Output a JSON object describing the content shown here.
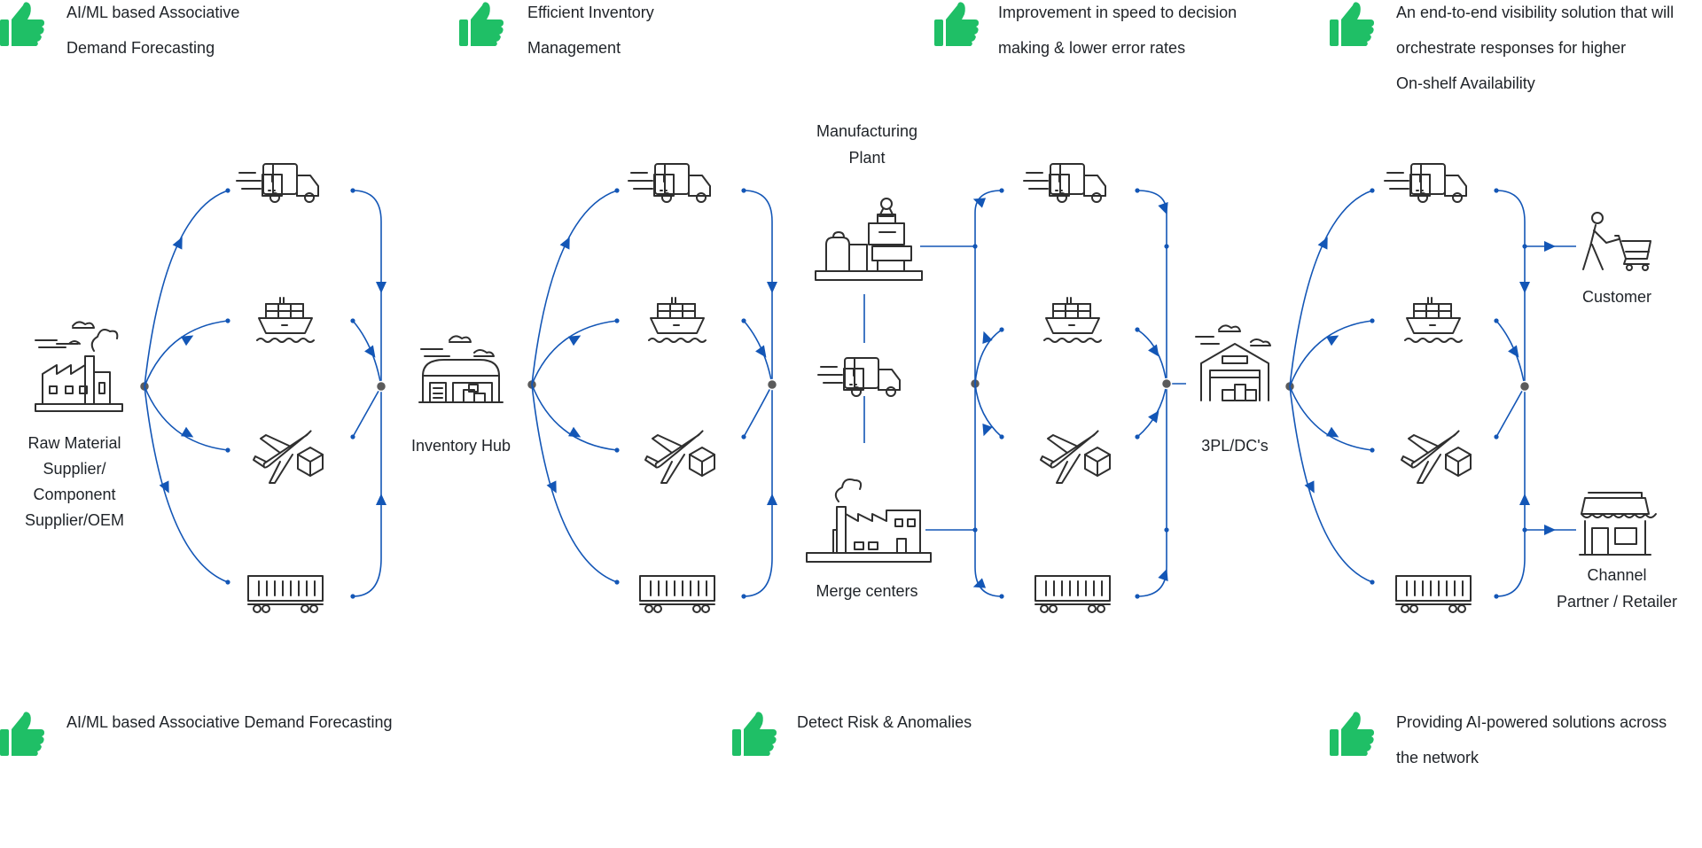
{
  "colors": {
    "accent": "#1356b6",
    "thumbs": "#1fbf66",
    "icon_stroke": "#2f2f2f",
    "junction": "#5b5b5b",
    "text": "#1f2328"
  },
  "benefits_top": [
    {
      "lines": [
        "AI/ML based Associative",
        "Demand Forecasting"
      ]
    },
    {
      "lines": [
        "Efficient Inventory",
        "Management"
      ]
    },
    {
      "lines": [
        "Improvement in speed to decision",
        "making & lower error rates"
      ]
    },
    {
      "lines": [
        "An end-to-end visibility solution that will",
        "orchestrate responses for higher",
        "On-shelf Availability"
      ]
    }
  ],
  "benefits_bottom": [
    {
      "lines": [
        "AI/ML based Associative Demand Forecasting"
      ]
    },
    {
      "lines": [
        "Detect Risk & Anomalies"
      ]
    },
    {
      "lines": [
        "Providing AI-powered solutions across",
        " the network"
      ]
    }
  ],
  "nodes": {
    "raw_material": {
      "lines": [
        "Raw Material",
        "Supplier/",
        "Component",
        "Supplier/OEM"
      ],
      "icon": "factory-icon"
    },
    "inventory_hub": {
      "lines": [
        "Inventory Hub"
      ],
      "icon": "warehouse-icon"
    },
    "manufacturing_plant": {
      "lines": [
        "Manufacturing",
        "Plant"
      ],
      "icon": "manufacturing-plant-icon"
    },
    "merge_centers": {
      "lines": [
        "Merge centers"
      ],
      "icon": "merge-factory-icon"
    },
    "three_pl": {
      "lines": [
        "3PL/DC's"
      ],
      "icon": "distribution-center-icon"
    },
    "customer": {
      "lines": [
        "Customer"
      ],
      "icon": "shopper-icon"
    },
    "channel_partner": {
      "lines": [
        "Channel",
        "Partner / Retailer"
      ],
      "icon": "storefront-icon"
    }
  },
  "transport_modes": [
    "delivery-truck-icon",
    "cargo-ship-icon",
    "airplane-package-icon",
    "rail-container-icon"
  ]
}
